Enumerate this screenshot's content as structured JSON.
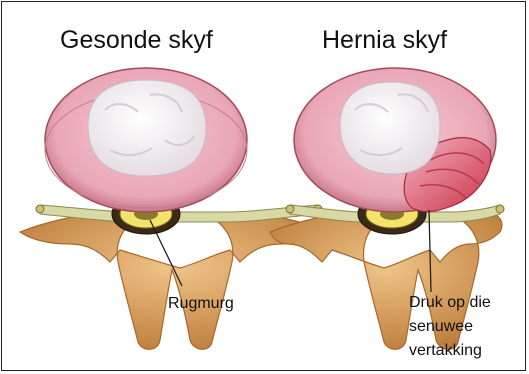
{
  "titles": {
    "healthy": "Gesonde skyf",
    "hernia": "Hernia skyf"
  },
  "labels": {
    "spinal_cord": "Rugmurg",
    "nerve_pressure_line1": "Druk op die",
    "nerve_pressure_line2": "senuwee",
    "nerve_pressure_line3": "vertakking"
  },
  "colors": {
    "bone": "#d69a55",
    "bone_dark": "#a8682c",
    "disc_outer": "#e9a6b6",
    "disc_rim": "#b5606e",
    "nucleus": "#f1edf0",
    "herniation": "#d8445a",
    "nerve": "#d9d9a6",
    "cord": "#f4e26a"
  }
}
